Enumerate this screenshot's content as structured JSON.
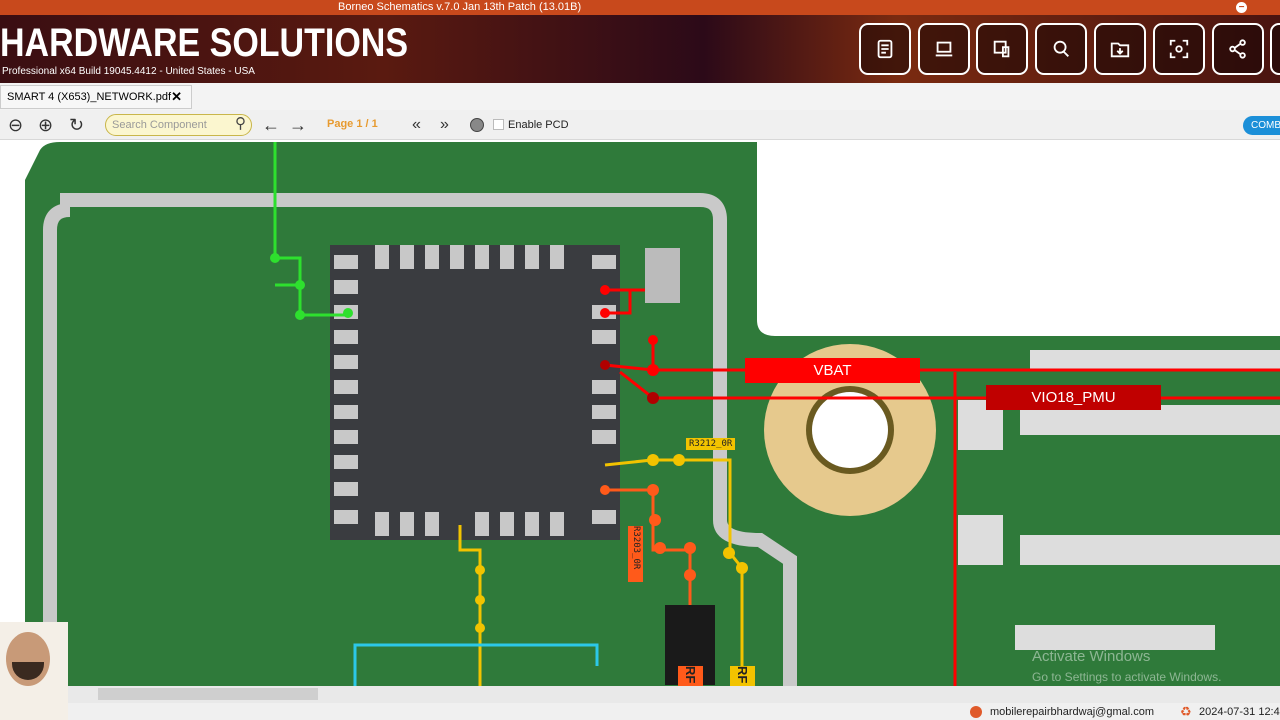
{
  "window": {
    "title": "Borneo Schematics v.7.0 Jan 13th Patch (13.01B)"
  },
  "banner": {
    "brand": "HARDWARE SOLUTIONS",
    "subtitle": "Professional x64 Build 19045.4412 - United States - USA",
    "buttons": [
      "schematic-list-icon",
      "laptop-icon",
      "devices-icon",
      "search-location-icon",
      "folder-download-icon",
      "scan-icon",
      "share-icon"
    ]
  },
  "tab": {
    "label": "SMART 4 (X653)_NETWORK.pdf",
    "close": "✕"
  },
  "toolbar": {
    "search_placeholder": "Search Component",
    "page": "Page 1 / 1",
    "enable_pcd": "Enable PCD",
    "enable_pcd_checked": false,
    "combo": "COMB"
  },
  "board": {
    "nets": {
      "vbat": "VBAT",
      "vio18": "VIO18_PMU",
      "r3212": "R3212_0R",
      "r3203": "R3203_0R",
      "rf1": "RF",
      "rf2": "RF"
    },
    "colors": {
      "pcb": "#2f7a3a",
      "vbat": "#ff0000",
      "vio18": "#c00000",
      "yellow": "#f2c300",
      "orange": "#ff5a1a",
      "green": "#2ee02e",
      "cyan": "#2cc8e8"
    }
  },
  "watermark": {
    "line1": "Activate Windows",
    "line2": "Go to Settings to activate Windows."
  },
  "status": {
    "email": "mobilerepairbhardwaj@gmal.com",
    "datetime": "2024-07-31 12:4"
  }
}
